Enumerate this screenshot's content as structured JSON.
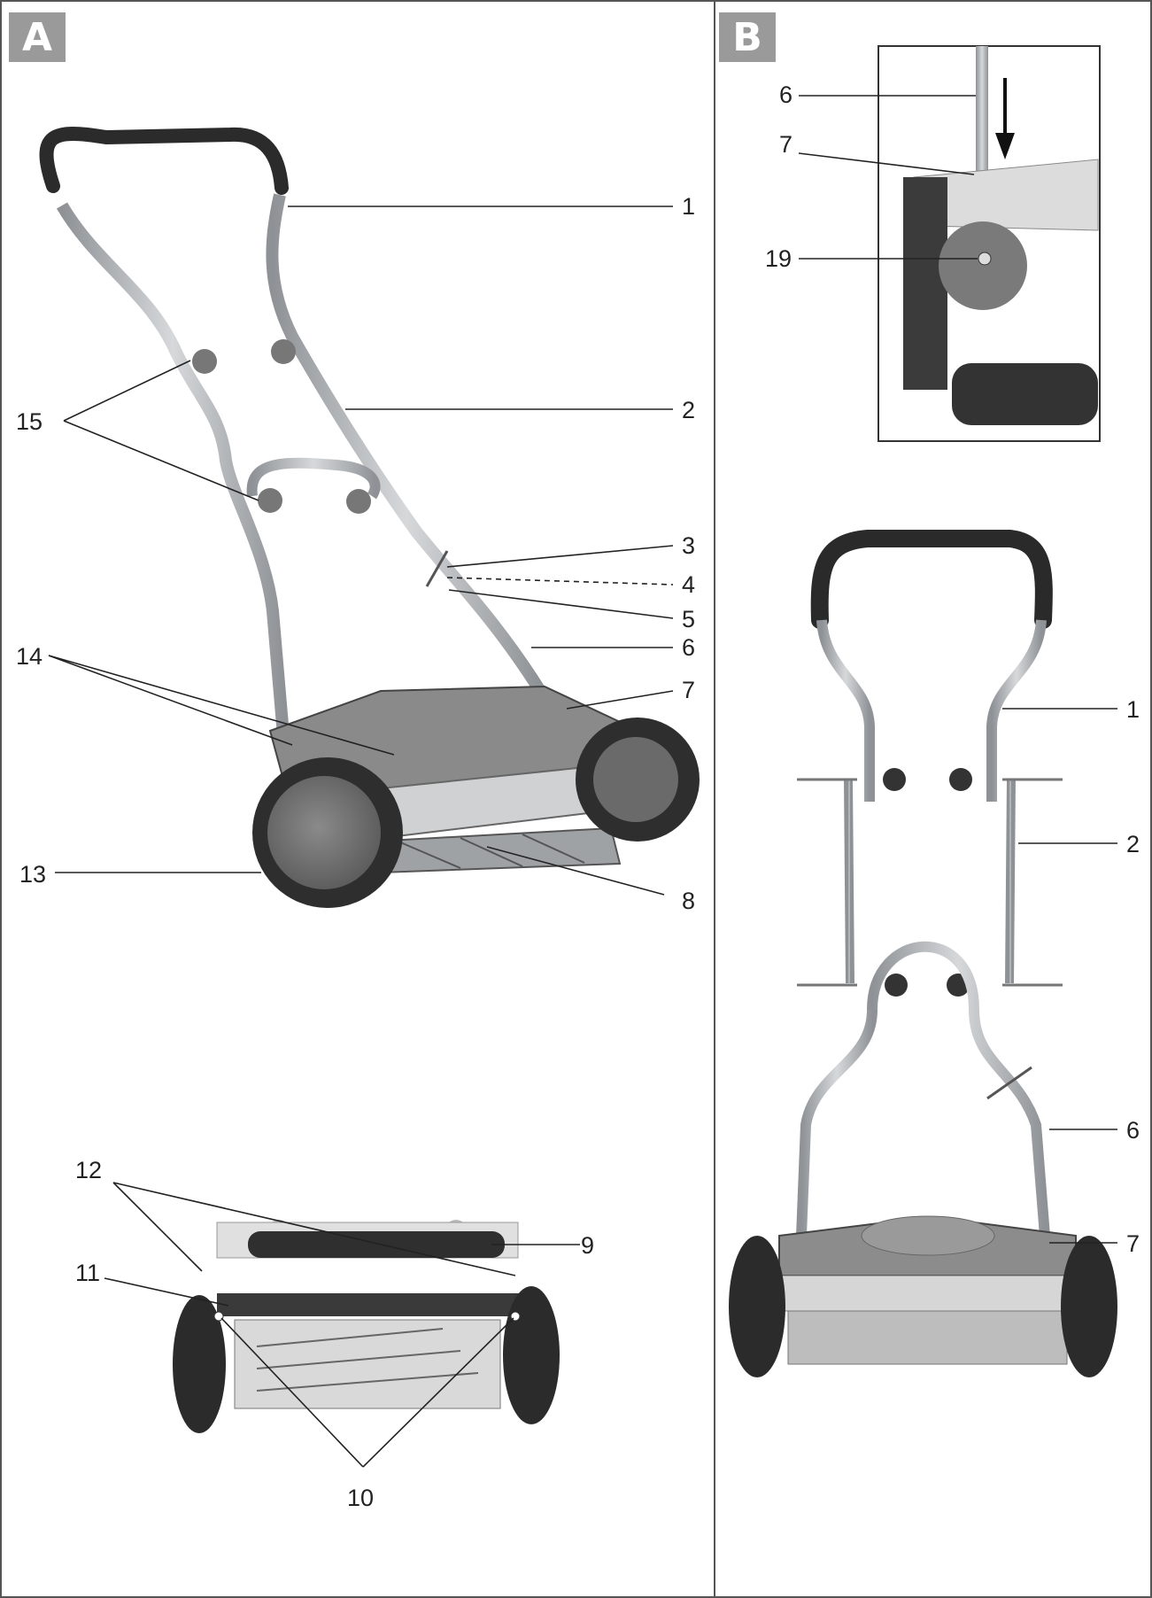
{
  "panels": [
    {
      "id": "A",
      "label": "A"
    },
    {
      "id": "B",
      "label": "B"
    }
  ],
  "panel_a_callouts": [
    "1",
    "2",
    "3",
    "4",
    "5",
    "6",
    "7",
    "8",
    "9",
    "10",
    "11",
    "12",
    "13",
    "14",
    "15"
  ],
  "panel_b_callouts": [
    "6",
    "7",
    "19",
    "1",
    "2",
    "6",
    "7"
  ],
  "colors": {
    "border": "#555555",
    "badge": "#9a9a9a",
    "ink": "#222222",
    "frame": "#b9bcbf",
    "plastic": "#7b7b7b",
    "dark": "#2e2e2e"
  }
}
